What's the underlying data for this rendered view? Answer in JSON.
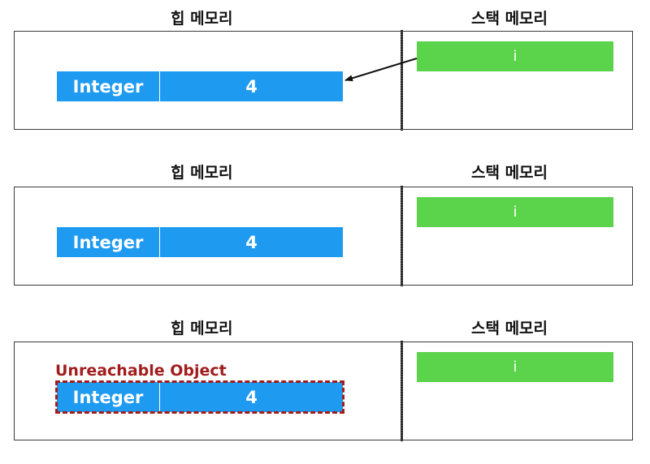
{
  "panels": [
    {
      "heap_label": "힙 메모리",
      "stack_label": "스택 메모리",
      "object_type": "Integer",
      "object_value": "4",
      "variable": "i",
      "reference_arrow": true,
      "unreachable": false
    },
    {
      "heap_label": "힙 메모리",
      "stack_label": "스택 메모리",
      "object_type": "Integer",
      "object_value": "4",
      "variable": "i",
      "reference_arrow": false,
      "unreachable": false
    },
    {
      "heap_label": "힙 메모리",
      "stack_label": "스택 메모리",
      "object_type": "Integer",
      "object_value": "4",
      "variable": "i",
      "reference_arrow": false,
      "unreachable": true,
      "unreachable_label": "Unreachable Object"
    }
  ],
  "colors": {
    "object": "#1e9bf0",
    "variable": "#5bd34a",
    "unreachable": "#a11d1d"
  }
}
